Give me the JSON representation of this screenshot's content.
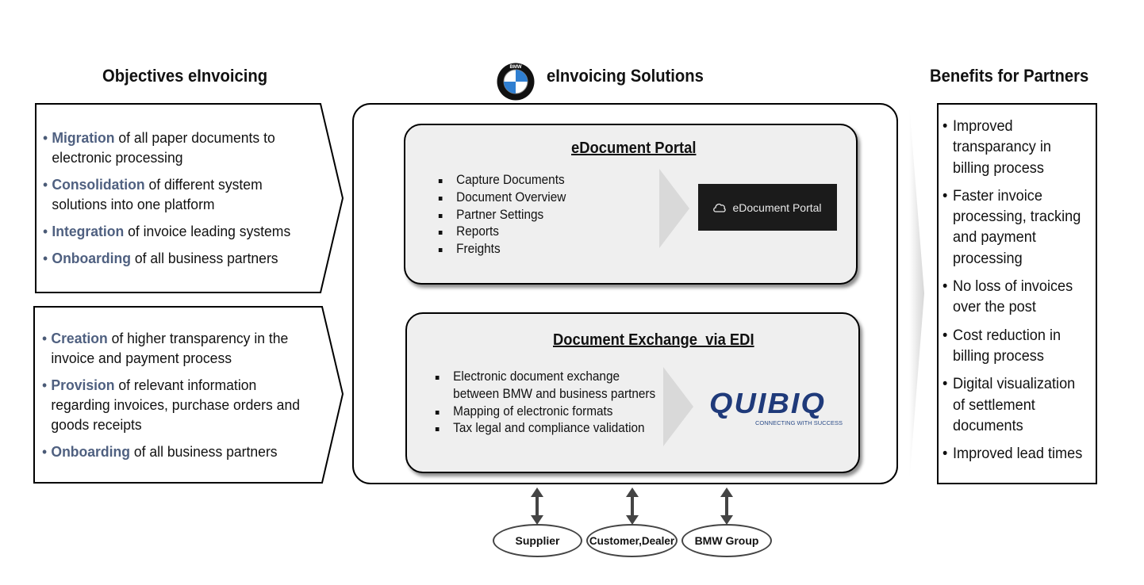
{
  "headings": {
    "objectives": "Objectives eInvoicing",
    "solutions": "eInvoicing Solutions",
    "benefits": "Benefits for Partners"
  },
  "objectives_box1": [
    {
      "keyword": "Migration",
      "text": " of all paper documents to electronic processing"
    },
    {
      "keyword": "Consolidation",
      "text": " of different system solutions into one platform"
    },
    {
      "keyword": "Integration",
      "text": " of invoice leading systems"
    },
    {
      "keyword": "Onboarding",
      "text": " of all business partners"
    }
  ],
  "objectives_box2": [
    {
      "keyword": "Creation",
      "text": " of higher transparency in the invoice and payment process"
    },
    {
      "keyword": "Provision",
      "text": " of relevant information regarding invoices, purchase orders and goods receipts"
    },
    {
      "keyword": "Onboarding",
      "text": " of all business partners"
    }
  ],
  "edocument": {
    "title": "eDocument Portal",
    "items": [
      "Capture Documents",
      "Document Overview",
      "Partner Settings",
      "Reports",
      "Freights"
    ],
    "logo_text": "eDocument Portal"
  },
  "edi": {
    "title": "Document Exchange  via EDI",
    "items": [
      "Electronic document exchange",
      "between BMW and business partners",
      "Mapping of electronic formats",
      "Tax legal and compliance validation"
    ],
    "logo_main": "QUIBIQ",
    "logo_tagline": "CONNECTING WITH SUCCESS"
  },
  "benefits": [
    "Improved transparancy in billing process",
    "Faster invoice processing, tracking and payment processing",
    "No loss of invoices over the post",
    "Cost reduction in billing process",
    "Digital visualization of settlement documents",
    "Improved lead times"
  ],
  "partners": [
    "Supplier",
    "Customer,Dealer",
    "BMW Group"
  ],
  "bmw_logo_letters": "BMW",
  "colors": {
    "keyword": "#4f6080",
    "card_bg": "#efefef",
    "chevron": "#d9d9d9",
    "logo_bg": "#1b1b1b",
    "quibiq": "#1f3a7a",
    "bmw_blue": "#2f7fd1"
  }
}
